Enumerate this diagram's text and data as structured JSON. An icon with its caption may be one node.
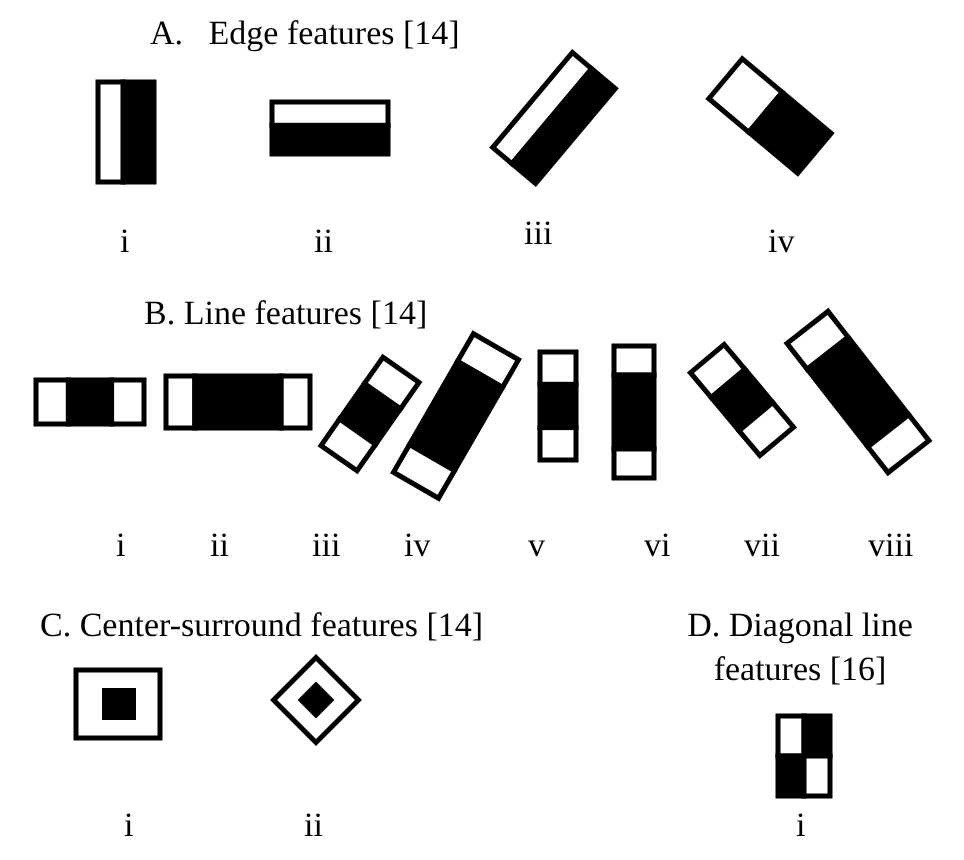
{
  "diagram": {
    "labels": [
      "A.   Edge features [14]",
      "i",
      "ii",
      "iii",
      "iv",
      "B. Line features [14]",
      "i",
      "ii",
      "iii",
      "iv",
      "v",
      "vi",
      "vii",
      "viii",
      "C. Center-surround features [14]",
      "D. Diagonal line features [16]",
      "i",
      "ii",
      "i"
    ]
  }
}
